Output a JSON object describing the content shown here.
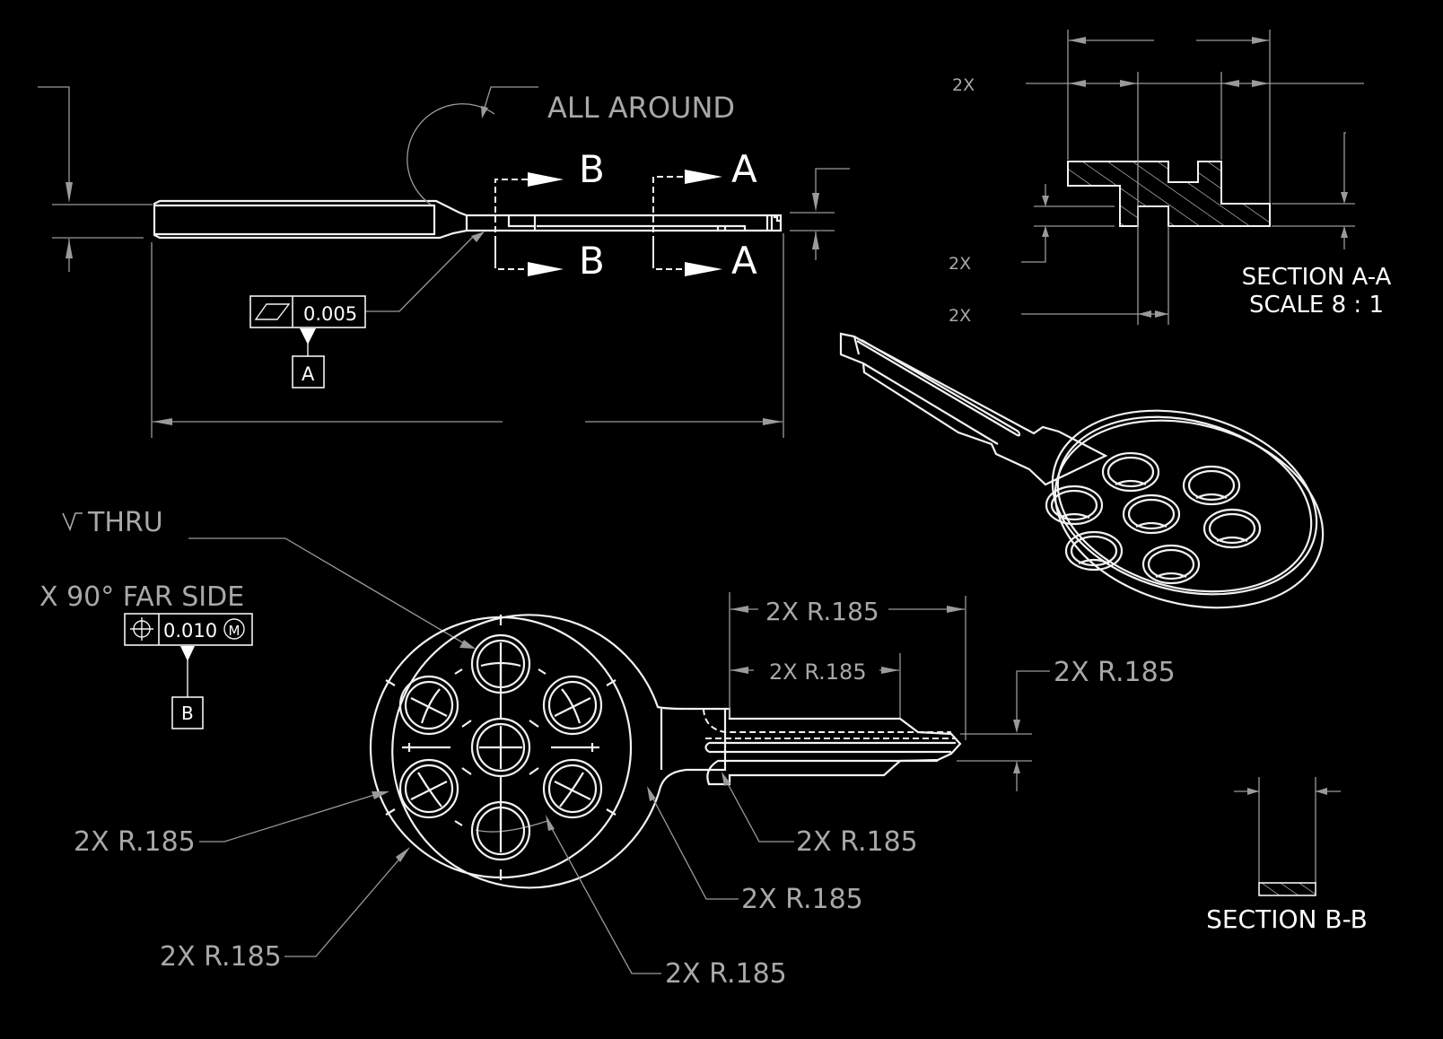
{
  "drawing": {
    "top_view": {
      "all_around_note": "ALL AROUND",
      "section_b_label": "B",
      "section_a_label": "A",
      "flatness_tolerance": "0.005",
      "datum_a": "A"
    },
    "section_a_a": {
      "title": "SECTION A-A",
      "scale": "SCALE 8 : 1",
      "multiplier_labels": [
        "2X",
        "2X",
        "2X"
      ]
    },
    "front_view": {
      "thru_note": "THRU",
      "far_side_note": "X 90° FAR SIDE",
      "position_tolerance": "0.010",
      "modifier": "M",
      "datum_b": "B",
      "radius_callouts": [
        "2X R.185",
        "2X R.185",
        "2X R.185",
        "2X R.185",
        "2X R.185",
        "2X R.185",
        "2X R.185",
        "2X R.185"
      ]
    },
    "section_b_b": {
      "title": "SECTION B-B"
    }
  },
  "colors": {
    "background": "#000000",
    "object_line": "#f2f2f2",
    "dimension_line": "#9a9a9a"
  }
}
